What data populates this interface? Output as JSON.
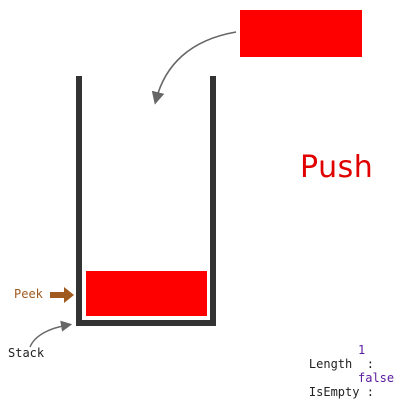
{
  "operation": {
    "label": "Push"
  },
  "labels": {
    "peek": "Peek",
    "stack": "Stack"
  },
  "info": [
    {
      "key": "Length  :",
      "value": "1"
    },
    {
      "key": "IsEmpty :",
      "value": "false"
    }
  ],
  "stack_items": 1,
  "colors": {
    "accent_red": "#e00000",
    "block_red": "#ff0000",
    "container": "#333333",
    "peek_arrow": "#a05a1e",
    "value_purple": "#5a1aa0",
    "arrow_gray": "#666666"
  },
  "icons": {
    "peek_pointer": "arrow-right-icon",
    "push_arrow": "curved-arrow-icon",
    "stack_pointer": "curved-arrow-icon"
  }
}
